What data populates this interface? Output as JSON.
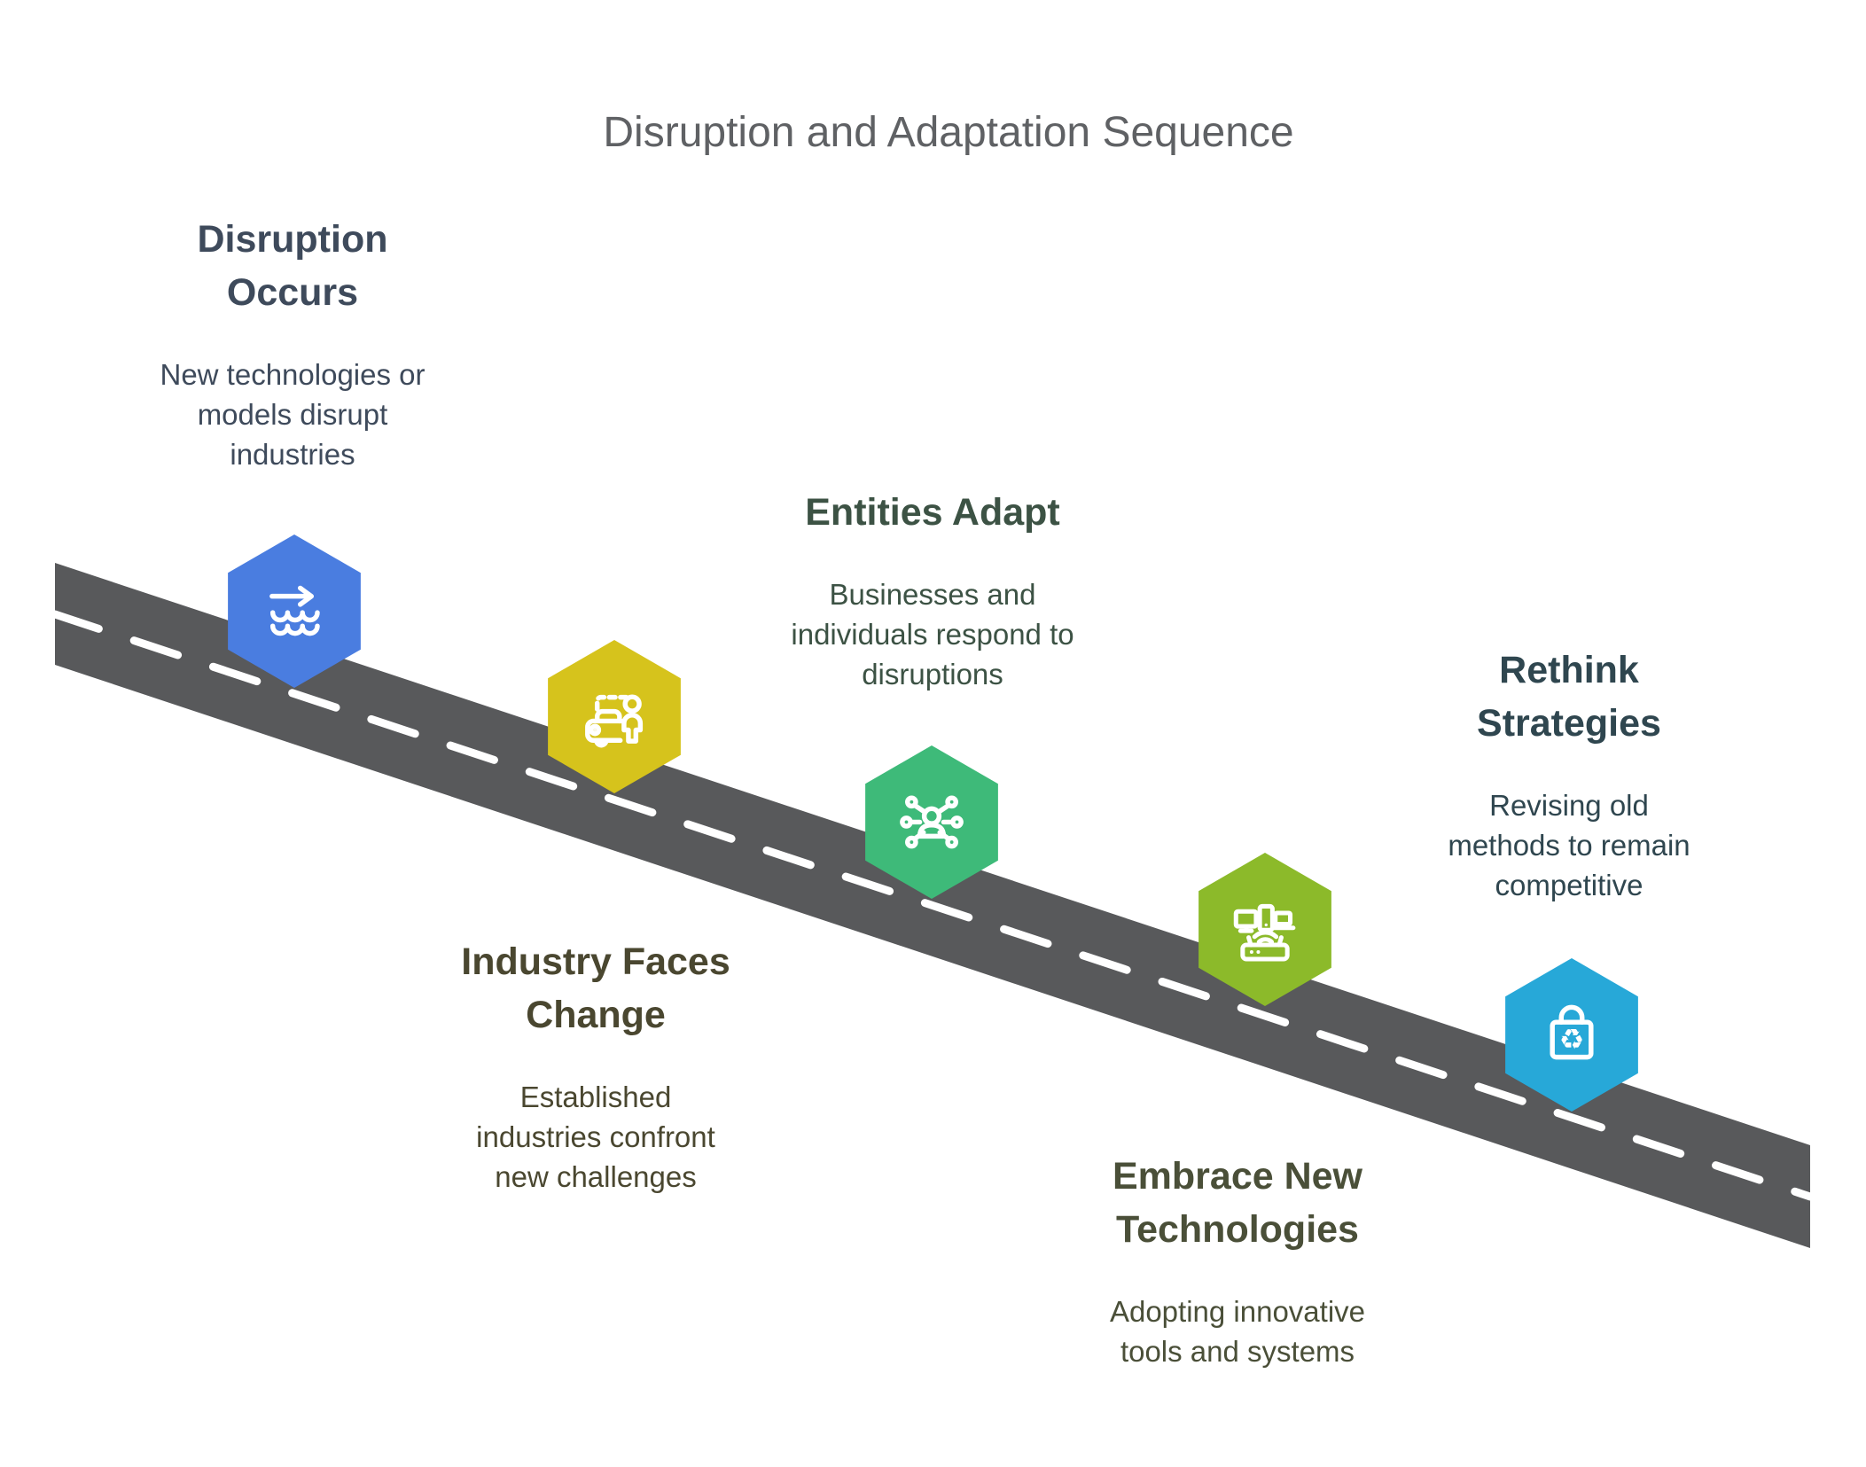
{
  "title": "Disruption and Adaptation Sequence",
  "colors": {
    "background": "#ffffff",
    "title_text": "#5f6164",
    "road": "#58595b",
    "road_dash": "#ffffff",
    "icon_stroke": "#ffffff"
  },
  "steps": [
    {
      "heading": "Disruption Occurs",
      "description": "New technologies or models disrupt industries",
      "icon": "arrow-over-waves-icon",
      "hex_color": "#4a7de0",
      "text_color": "#3e4a5b"
    },
    {
      "heading": "Industry Faces Change",
      "description": "Established industries confront new challenges",
      "icon": "car-person-icon",
      "hex_color": "#d6c31c",
      "text_color": "#4a4730"
    },
    {
      "heading": "Entities Adapt",
      "description": "Businesses and individuals respond to disruptions",
      "icon": "person-network-icon",
      "hex_color": "#3eba79",
      "text_color": "#3c5244"
    },
    {
      "heading": "Embrace New Technologies",
      "description": "Adopting innovative tools and systems",
      "icon": "connected-devices-icon",
      "hex_color": "#8cba2a",
      "text_color": "#4a4f38"
    },
    {
      "heading": "Rethink Strategies",
      "description": "Revising old methods to remain competitive",
      "icon": "lock-recycle-icon",
      "hex_color": "#27a8d8",
      "text_color": "#2f464f"
    }
  ]
}
